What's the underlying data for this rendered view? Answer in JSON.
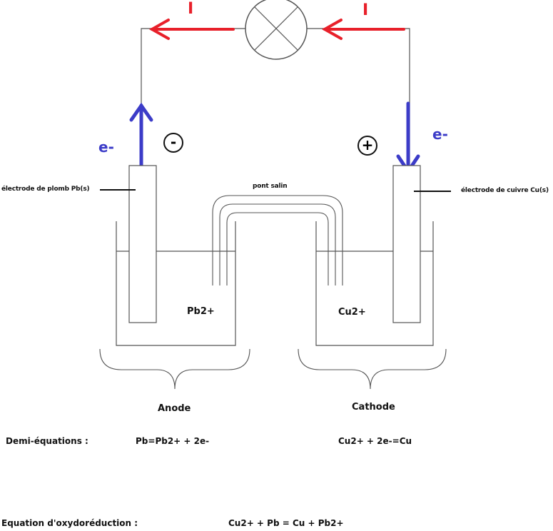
{
  "labels": {
    "current_left": "I",
    "current_right": "I",
    "electron_left": "e-",
    "electron_right": "e-",
    "minus_sign": "-",
    "plus_sign": "+",
    "lead_electrode": "électrode de plomb Pb(s)",
    "copper_electrode": "électrode de cuivre Cu(s)",
    "salt_bridge": "pont salin",
    "ion_left": "Pb2+",
    "ion_right": "Cu2+",
    "anode": "Anode",
    "cathode": "Cathode"
  },
  "equations": {
    "half_title": "Demi-équations :",
    "anode_half": "Pb=Pb2+ + 2e-",
    "cathode_half": "Cu2+ + 2e-=Cu",
    "redox_title": "Equation d'oxydoréduction :",
    "redox": "Cu2+ + Pb = Cu + Pb2+"
  },
  "colors": {
    "current": "#e8202a",
    "electron": "#3c3cc8",
    "wire": "#555555"
  }
}
